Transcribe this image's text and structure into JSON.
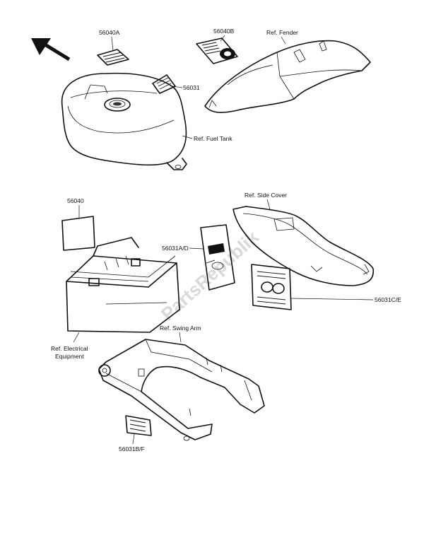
{
  "watermark": "PartsRepublik",
  "labels": {
    "p56040A": "56040A",
    "p56040B": "56040B",
    "fender": "Ref. Fender",
    "p56031": "56031",
    "fuel_tank": "Ref. Fuel Tank",
    "p56040": "56040",
    "side_cover": "Ref. Side Cover",
    "p56031AD": "56031A/D",
    "p56031CE": "56031C/E",
    "electrical_1": "Ref. Electrical",
    "electrical_2": "Equipment",
    "swing_arm": "Ref. Swing Arm",
    "p56031BF": "56031B/F"
  }
}
